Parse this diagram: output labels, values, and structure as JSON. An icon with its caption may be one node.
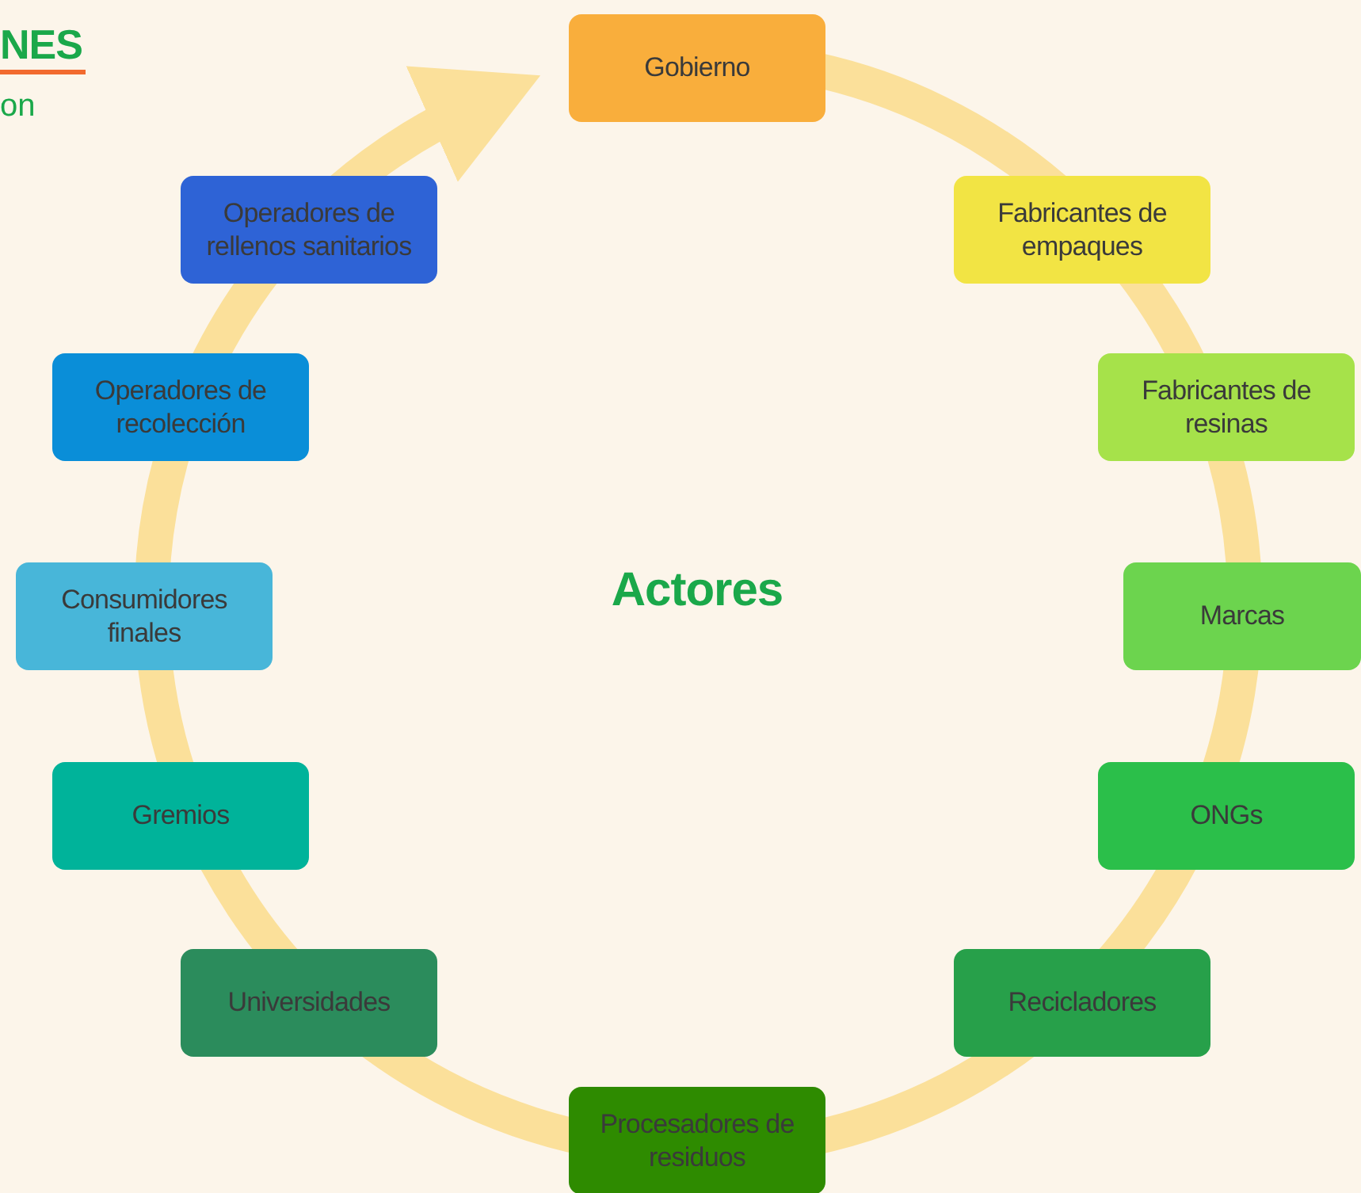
{
  "diagram": {
    "nodes": [
      {
        "text": [
          "Gobierno"
        ]
      },
      {
        "text": [
          "Fabricantes de empaques"
        ]
      },
      {
        "text": [
          "Fabricantes de resinas"
        ]
      },
      {
        "text": [
          "Marcas"
        ]
      },
      {
        "text": [
          "ONGs"
        ]
      },
      {
        "text": [
          "Recicladores"
        ]
      },
      {
        "text": [
          "Procesadores de residuos"
        ]
      },
      {
        "text": [
          "Universidades"
        ]
      },
      {
        "text": [
          "Gremios"
        ]
      },
      {
        "text": [
          "Consumidores finales"
        ]
      },
      {
        "text": [
          "Operadores de recolección"
        ]
      },
      {
        "text": [
          "Operadores de rellenos sanitarios"
        ]
      }
    ],
    "edges": [],
    "labels": [
      "NES",
      "on",
      "Actores"
    ]
  }
}
